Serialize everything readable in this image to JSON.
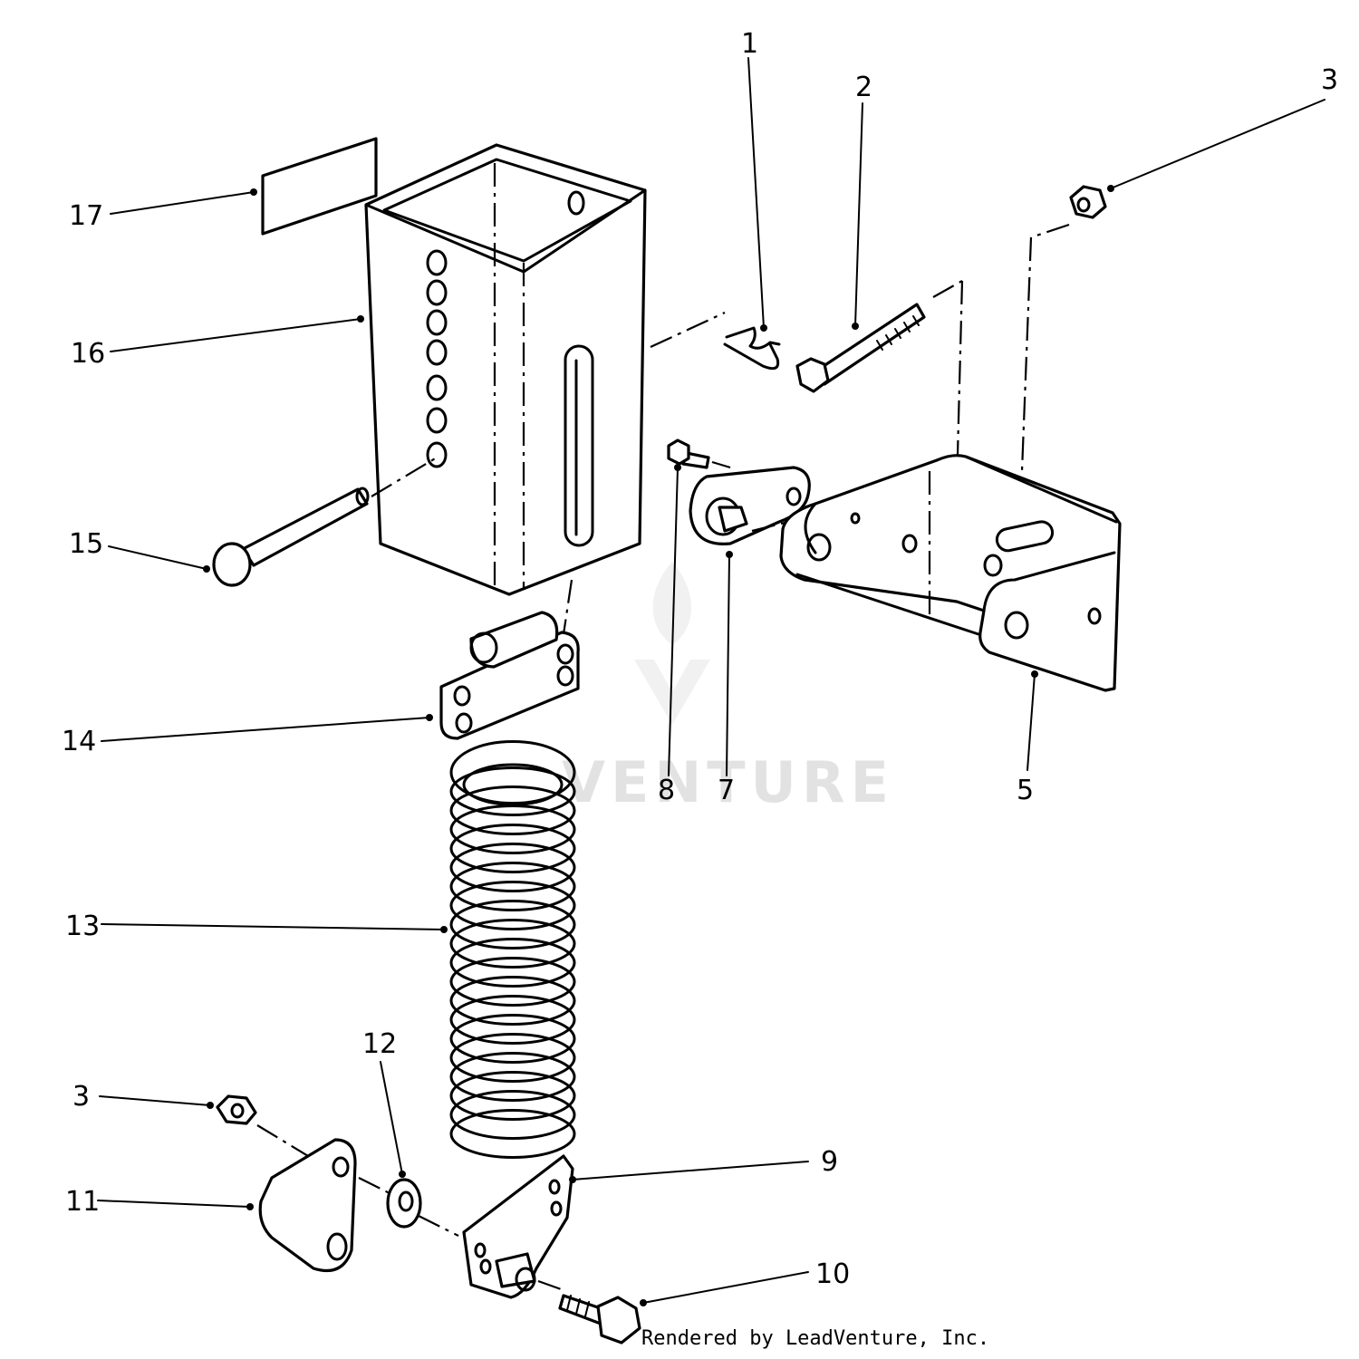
{
  "diagram": {
    "callouts": [
      {
        "id": "c1",
        "text": "1"
      },
      {
        "id": "c2",
        "text": "2"
      },
      {
        "id": "c3a",
        "text": "3"
      },
      {
        "id": "c3b",
        "text": "3"
      },
      {
        "id": "c5",
        "text": "5"
      },
      {
        "id": "c7",
        "text": "7"
      },
      {
        "id": "c8",
        "text": "8"
      },
      {
        "id": "c9",
        "text": "9"
      },
      {
        "id": "c10",
        "text": "10"
      },
      {
        "id": "c11",
        "text": "11"
      },
      {
        "id": "c12",
        "text": "12"
      },
      {
        "id": "c13",
        "text": "13"
      },
      {
        "id": "c14",
        "text": "14"
      },
      {
        "id": "c15",
        "text": "15"
      },
      {
        "id": "c16",
        "text": "16"
      },
      {
        "id": "c17",
        "text": "17"
      }
    ],
    "watermark": "VENTURE",
    "credit": "Rendered by LeadVenture, Inc."
  }
}
